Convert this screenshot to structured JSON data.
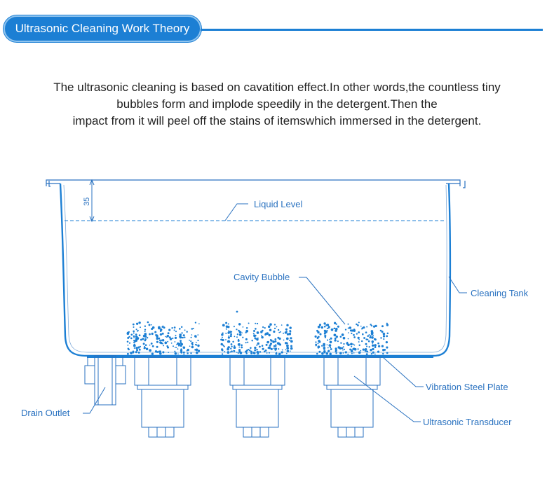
{
  "header": {
    "title": "Ultrasonic Cleaning Work Theory"
  },
  "intro": {
    "lines": [
      "The ultrasonic cleaning is based on cavatition effect.In other words,the countless tiny",
      "bubbles form and implode speedily in the detergent.Then the",
      "impact from it will peel off the stains of itemswhich immersed in the detergent."
    ]
  },
  "diagram": {
    "dimension_label": "35",
    "labels": {
      "liquid_level": "Liquid Level",
      "cavity_bubble": "Cavity Bubble",
      "cleaning_tank": "Cleaning Tank",
      "vibration_steel_plate": "Vibration Steel Plate",
      "ultrasonic_transducer": "Ultrasonic Transducer",
      "drain_outlet": "Drain Outlet"
    }
  },
  "colors": {
    "accent": "#1c7fd4",
    "line": "#2a72c0",
    "text": "#222222"
  }
}
